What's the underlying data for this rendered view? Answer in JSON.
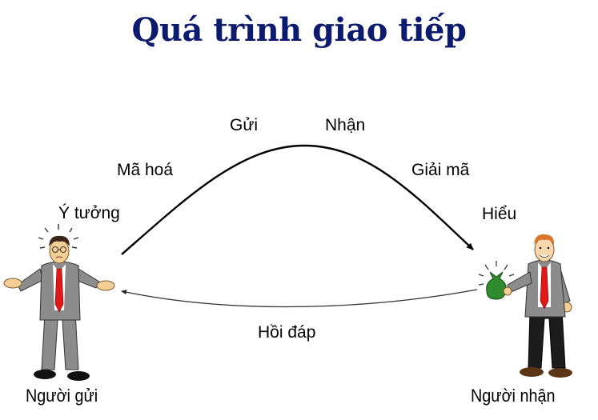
{
  "title": "Quá trình giao tiếp",
  "labels": {
    "idea": "Ý tưởng",
    "encode": "Mã hoá",
    "send": "Gửi",
    "receive": "Nhận",
    "decode": "Giải mã",
    "understand": "Hiểu",
    "feedback": "Hồi đáp",
    "sender": "Người gửi",
    "receiver": "Người nhận"
  },
  "icons": {
    "sender_figure": "confused-businessman",
    "receiver_figure": "smiling-businessman-with-money-bag",
    "message_arrow": "curved-arrow-right",
    "feedback_arrow": "curved-arrow-left"
  },
  "colors": {
    "title": "#0d1b6e",
    "suit": "#8c8c8c",
    "tie": "#e01818",
    "money_bag": "#2e8b2e",
    "arrow": "#000000"
  }
}
